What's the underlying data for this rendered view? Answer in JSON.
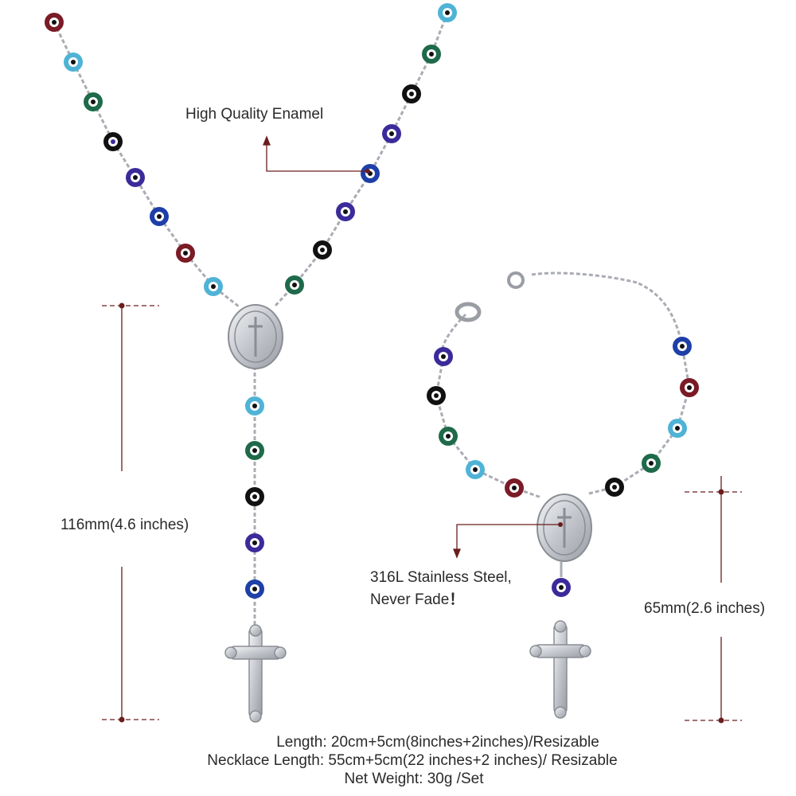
{
  "photo": {
    "description_labels": {
      "enamel": "High Quality Enamel",
      "necklace_dimension": "116mm(4.6 inches)",
      "steel_line1": "316L Stainless Steel,",
      "steel_line2": "Never Fade",
      "steel_mark": "！",
      "bracelet_dimension": "65mm(2.6 inches)"
    },
    "specs": {
      "bracelet_length": "Length: 20cm+5cm(8inches+2inches)/Resizable",
      "necklace_length": "Necklace Length: 55cm+5cm(22 inches+2 inches)/ Resizable",
      "net_weight": "Net Weight:  30g /Set"
    },
    "colors": {
      "annotation": "#6b1d1d",
      "silver": "#b9bcc2",
      "bead_palette": [
        "#7a1b26",
        "#4fb3d6",
        "#1e6a4a",
        "#111111",
        "#3b2b9a",
        "#1e3fa8"
      ]
    }
  }
}
